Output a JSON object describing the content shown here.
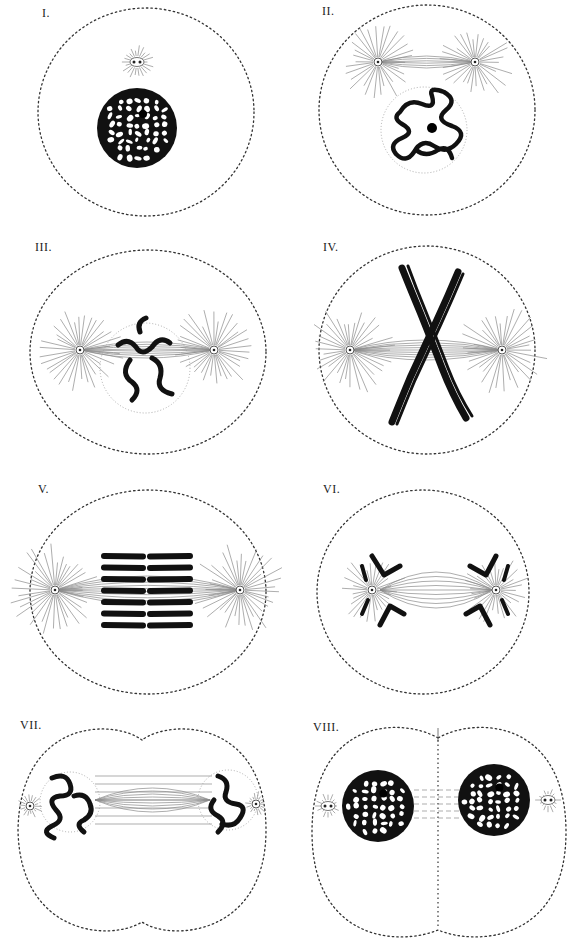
{
  "diagram": {
    "labels": [
      "I.",
      "II.",
      "III.",
      "IV.",
      "V.",
      "VI.",
      "VII.",
      "VIII."
    ]
  }
}
